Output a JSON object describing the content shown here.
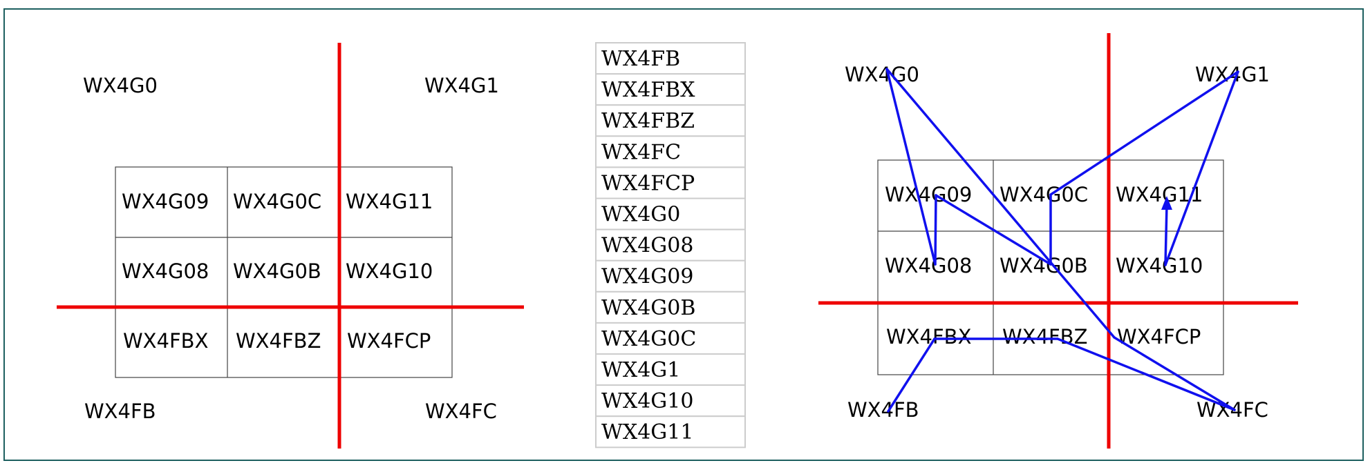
{
  "colors": {
    "axis": "#ee0000",
    "path": "#1010ee",
    "frame": "#1c5f5f",
    "grid": "#444444",
    "list_border": "#cccccc"
  },
  "left_panel": {
    "outer": {
      "nw": "WX4G0",
      "ne": "WX4G1",
      "sw": "WX4FB",
      "se": "WX4FC"
    },
    "grid": [
      [
        "WX4G09",
        "WX4G0C",
        "WX4G11"
      ],
      [
        "WX4G08",
        "WX4G0B",
        "WX4G10"
      ],
      [
        "WX4FBX",
        "WX4FBZ",
        "WX4FCP"
      ]
    ]
  },
  "middle_list": {
    "items": [
      "WX4FB",
      "WX4FBX",
      "WX4FBZ",
      "WX4FC",
      "WX4FCP",
      "WX4G0",
      "WX4G08",
      "WX4G09",
      "WX4G0B",
      "WX4G0C",
      "WX4G1",
      "WX4G10",
      "WX4G11"
    ]
  },
  "right_panel": {
    "outer": {
      "nw": "WX4G0",
      "ne": "WX4G1",
      "sw": "WX4FB",
      "se": "WX4FC"
    },
    "grid": [
      [
        "WX4G09",
        "WX4G0C",
        "WX4G11"
      ],
      [
        "WX4G08",
        "WX4G0B",
        "WX4G10"
      ],
      [
        "WX4FBX",
        "WX4FBZ",
        "WX4FCP"
      ]
    ],
    "path_order": [
      "WX4FB",
      "WX4FBX",
      "WX4FBZ",
      "WX4FC",
      "WX4FCP",
      "WX4G0",
      "WX4G08",
      "WX4G09",
      "WX4G0B",
      "WX4G0C",
      "WX4G1",
      "WX4G10",
      "WX4G11"
    ]
  }
}
